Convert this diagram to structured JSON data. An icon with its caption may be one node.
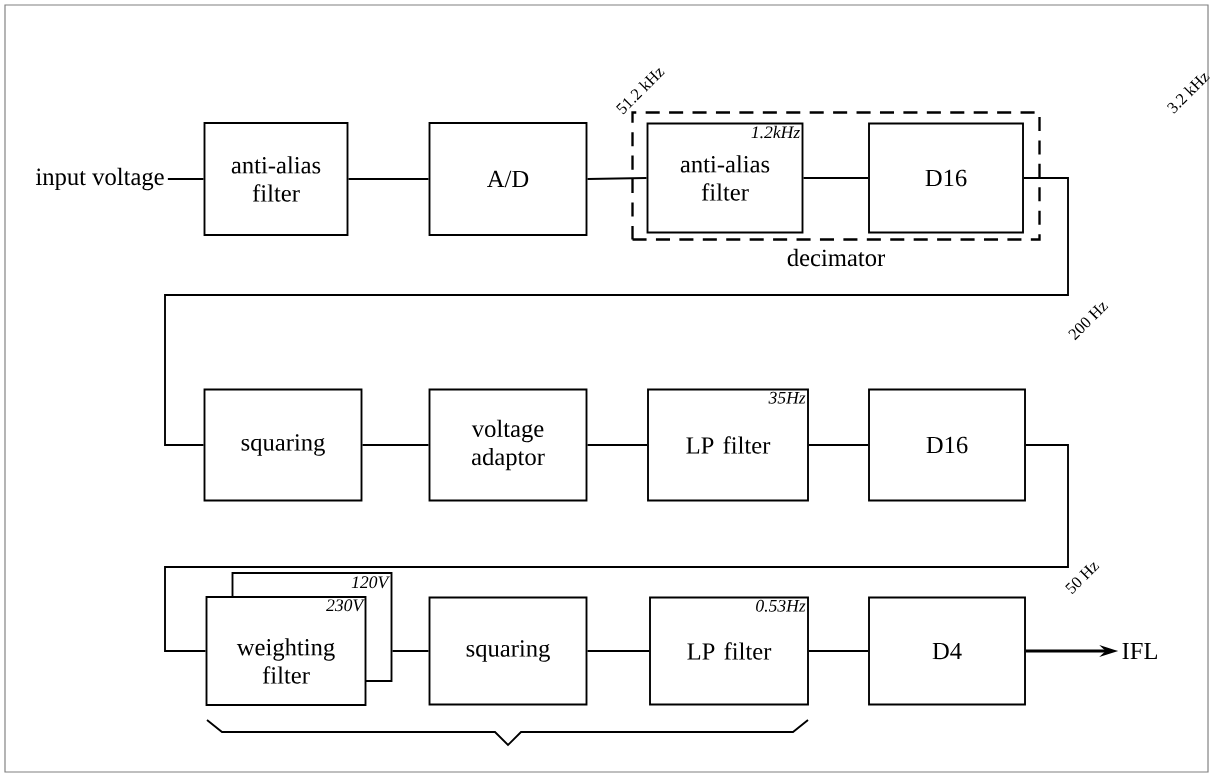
{
  "diagram": {
    "nodes": [
      {
        "text": [
          "input voltage"
        ]
      },
      {
        "text": [
          "anti-alias filter"
        ]
      },
      {
        "text": [
          "A/D"
        ]
      },
      {
        "text": [
          "decimator"
        ]
      },
      {
        "text": [
          "1.2kHz",
          "anti-alias filter"
        ],
        "in": 3
      },
      {
        "text": [
          "D16"
        ],
        "in": 3
      },
      {
        "text": [
          "squaring"
        ]
      },
      {
        "text": [
          "voltage adaptor"
        ]
      },
      {
        "text": [
          "35Hz",
          "LP filter"
        ]
      },
      {
        "text": [
          "D16"
        ]
      },
      {
        "text": [
          "120V",
          "230V",
          "weighting filter"
        ]
      },
      {
        "text": [
          "squaring"
        ]
      },
      {
        "text": [
          "0.53Hz",
          "LP filter"
        ]
      },
      {
        "text": [
          "D4"
        ]
      },
      {
        "text": [
          "IFL"
        ]
      }
    ],
    "edges": [
      {
        "from": 0,
        "to": 1,
        "arrow": "none"
      },
      {
        "from": 1,
        "to": 2,
        "arrow": "none"
      },
      {
        "from": 2,
        "to": 4,
        "arrow": "none"
      },
      {
        "from": 4,
        "to": 5,
        "arrow": "none"
      },
      {
        "from": 5,
        "to": 6,
        "arrow": "none"
      },
      {
        "from": 6,
        "to": 7,
        "arrow": "none"
      },
      {
        "from": 7,
        "to": 8,
        "arrow": "none"
      },
      {
        "from": 8,
        "to": 9,
        "arrow": "none"
      },
      {
        "from": 9,
        "to": 10,
        "arrow": "none"
      },
      {
        "from": 10,
        "to": 11,
        "arrow": "none"
      },
      {
        "from": 11,
        "to": 12,
        "arrow": "none"
      },
      {
        "from": 12,
        "to": 13,
        "arrow": "none"
      },
      {
        "from": 13,
        "to": 14,
        "arrow": "to"
      }
    ],
    "labels": [
      "51.2 kHz",
      "3.2 kHz",
      "200 Hz",
      "50 Hz"
    ]
  }
}
